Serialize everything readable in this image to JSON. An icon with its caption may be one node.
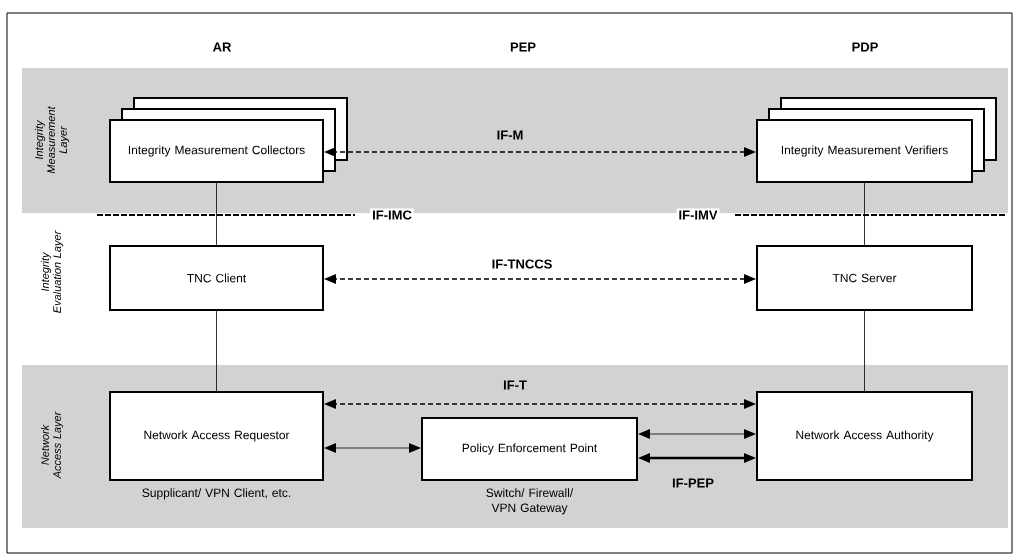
{
  "diagram": {
    "nodes": [
      {
        "text": [
          "Integrity Measurement Layer"
        ]
      },
      {
        "text": [
          "Integrity Measurement Collectors"
        ],
        "in": 0
      },
      {
        "text": [
          "Integrity Measurement Verifiers"
        ],
        "in": 0
      },
      {
        "text": [
          "TNC Client"
        ]
      },
      {
        "text": [
          "TNC Server"
        ]
      },
      {
        "text": [
          "Network Access Layer"
        ]
      },
      {
        "text": [
          "Network Access Requestor"
        ],
        "in": 5,
        "beside": [
          "Supplicant/ VPN Client, etc."
        ]
      },
      {
        "text": [
          "Policy Enforcement Point"
        ],
        "in": 5,
        "beside": [
          "Switch/ Firewall/ VPN Gateway"
        ]
      },
      {
        "text": [
          "Network Access Authority"
        ],
        "in": 5
      }
    ],
    "edges": [
      {
        "from": 1,
        "to": 2,
        "arrow": "both",
        "style": "dashed",
        "label": "IF-M"
      },
      {
        "from": 1,
        "to": 3,
        "arrow": "none"
      },
      {
        "from": 2,
        "to": 4,
        "arrow": "none"
      },
      {
        "from": 3,
        "to": 4,
        "arrow": "both",
        "style": "dashed",
        "label": "IF-TNCCS"
      },
      {
        "from": 3,
        "to": 6,
        "arrow": "none"
      },
      {
        "from": 4,
        "to": 8,
        "arrow": "none"
      },
      {
        "from": 6,
        "to": 8,
        "arrow": "both",
        "style": "dashed",
        "label": "IF-T"
      },
      {
        "from": 6,
        "to": 7,
        "arrow": "both"
      },
      {
        "from": 7,
        "to": 8,
        "arrow": "both"
      },
      {
        "from": 7,
        "to": 8,
        "arrow": "both",
        "style": "thick",
        "label": "IF-PEP"
      }
    ],
    "labels": [
      "AR",
      "PEP",
      "PDP",
      "IF-IMC",
      "IF-IMV",
      "Integrity Evaluation Layer"
    ]
  }
}
